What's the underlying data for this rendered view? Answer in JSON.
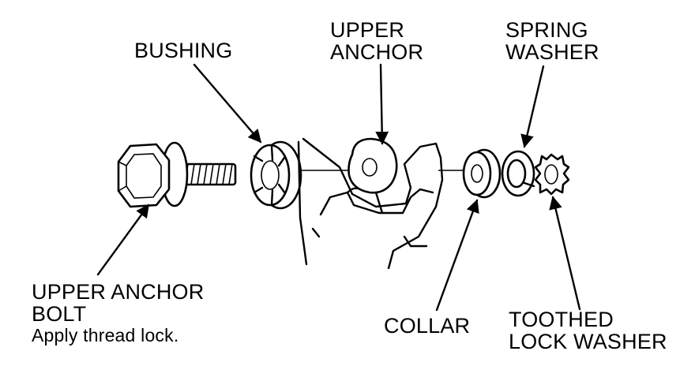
{
  "labels": {
    "bushing": "BUSHING",
    "upper_anchor": [
      "UPPER",
      "ANCHOR"
    ],
    "spring_washer": [
      "SPRING",
      "WASHER"
    ],
    "upper_anchor_bolt": [
      "UPPER ANCHOR",
      "BOLT"
    ],
    "bolt_note": "Apply thread lock.",
    "collar": "COLLAR",
    "toothed_lock_washer": [
      "TOOTHED",
      "LOCK WASHER"
    ]
  }
}
